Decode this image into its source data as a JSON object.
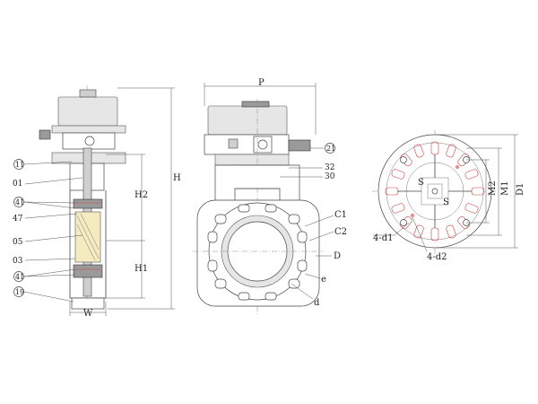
{
  "views": {
    "section": {
      "balloons": [
        "11",
        "01",
        "41",
        "47",
        "05",
        "03",
        "41",
        "19"
      ],
      "dims": {
        "height": "H",
        "upper": "H2",
        "lower": "H1",
        "width": "W"
      }
    },
    "front": {
      "balloon": "21",
      "labels": [
        "32",
        "30",
        "C1",
        "C2",
        "D",
        "e",
        "d"
      ],
      "dims": {
        "width": "P"
      }
    },
    "flange": {
      "labels": {
        "s_top": "S",
        "s_side": "S",
        "m2": "M2",
        "m1": "M1",
        "d1": "D1",
        "bolt_holes": "4-d1",
        "small_holes": "4-d2"
      }
    }
  }
}
